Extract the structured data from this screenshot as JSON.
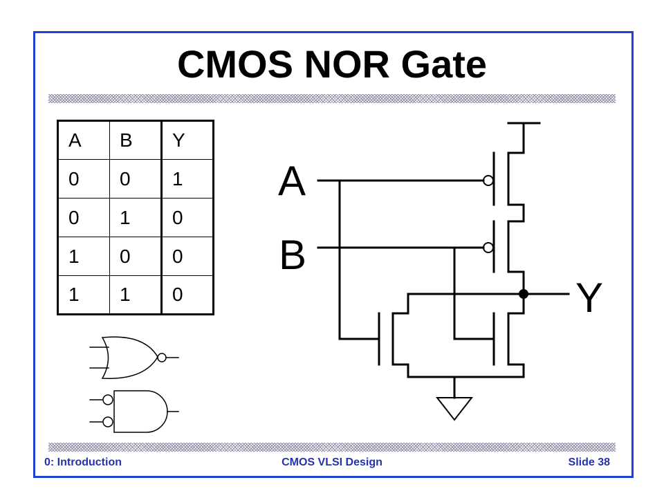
{
  "slide": {
    "title": "CMOS NOR Gate",
    "footer_left": "0: Introduction",
    "footer_center": "CMOS VLSI Design",
    "footer_right": "Slide 38"
  },
  "truth_table": {
    "headers": [
      "A",
      "B",
      "Y"
    ],
    "rows": [
      [
        "0",
        "0",
        "1"
      ],
      [
        "0",
        "1",
        "0"
      ],
      [
        "1",
        "0",
        "0"
      ],
      [
        "1",
        "1",
        "0"
      ]
    ]
  },
  "schematic": {
    "input_a_label": "A",
    "input_b_label": "B",
    "output_label": "Y"
  },
  "colors": {
    "frame": "#1f3fd0",
    "footer_text": "#2233aa",
    "hatch": "#8a8aa8"
  }
}
